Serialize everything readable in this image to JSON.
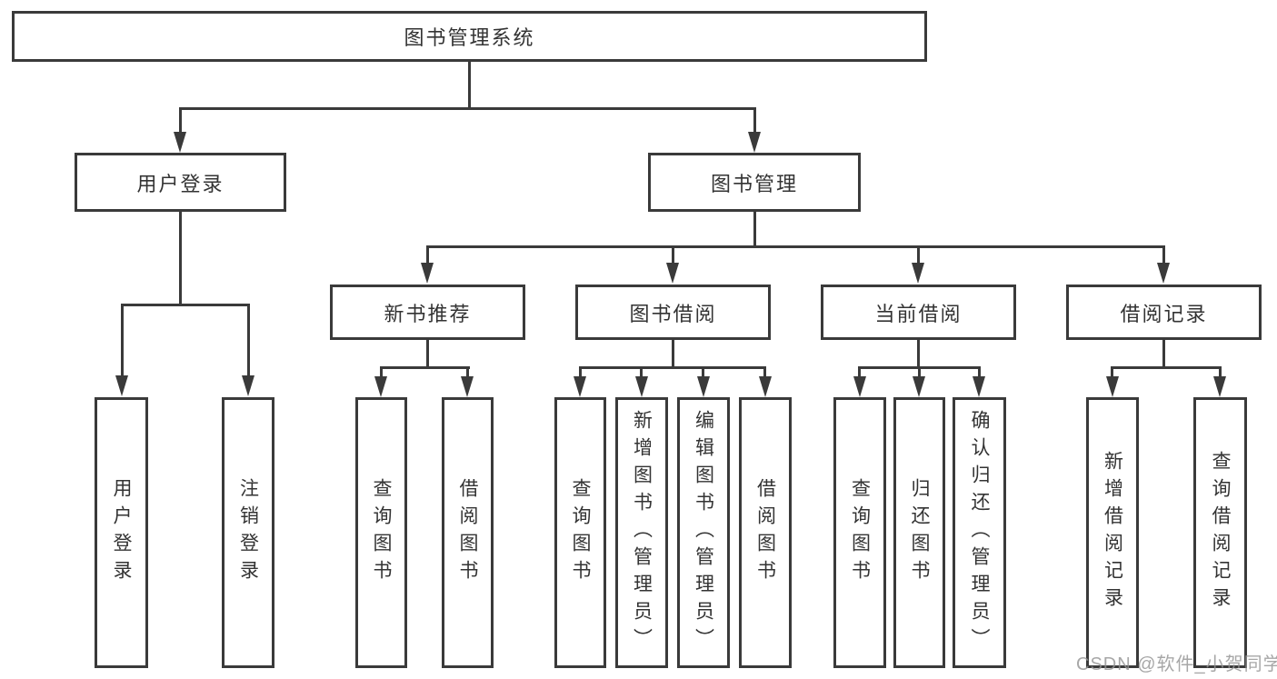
{
  "diagram": {
    "type": "hierarchy-tree",
    "root": {
      "label": "图书管理系统"
    },
    "level2": [
      {
        "label": "用户登录",
        "children": [
          {
            "label": "用户登录"
          },
          {
            "label": "注销登录"
          }
        ]
      },
      {
        "label": "图书管理",
        "children": [
          {
            "label": "新书推荐",
            "children": [
              {
                "label": "查询图书"
              },
              {
                "label": "借阅图书"
              }
            ]
          },
          {
            "label": "图书借阅",
            "children": [
              {
                "label": "查询图书"
              },
              {
                "label": "新增图书（管理员）"
              },
              {
                "label": "编辑图书（管理员）"
              },
              {
                "label": "借阅图书"
              }
            ]
          },
          {
            "label": "当前借阅",
            "children": [
              {
                "label": "查询图书"
              },
              {
                "label": "归还图书"
              },
              {
                "label": "确认归还（管理员）"
              }
            ]
          },
          {
            "label": "借阅记录",
            "children": [
              {
                "label": "新增借阅记录"
              },
              {
                "label": "查询借阅记录"
              }
            ]
          }
        ]
      }
    ]
  },
  "watermark": {
    "text": "CSDN @软件_小贺同学"
  },
  "colors": {
    "line": "#3a3a3a",
    "text": "#333333",
    "background": "#ffffff",
    "watermark": "#949494"
  }
}
